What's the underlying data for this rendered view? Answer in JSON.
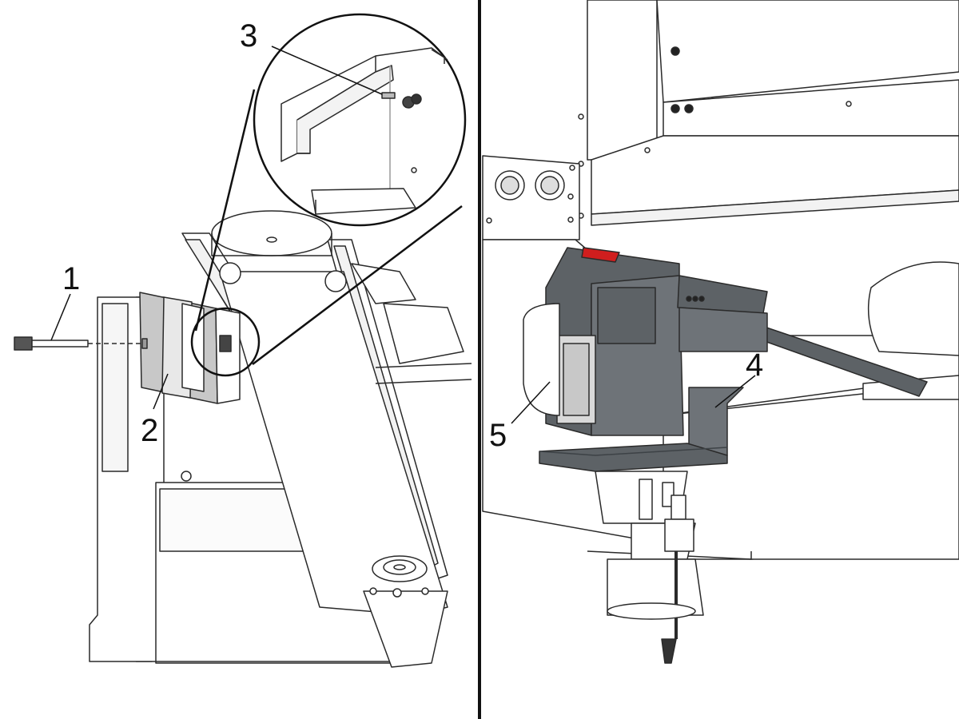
{
  "callouts": {
    "c1": "1",
    "c2": "2",
    "c3": "3",
    "c4": "4",
    "c5": "5"
  },
  "colors": {
    "line": "#2a2a2a",
    "light_line": "#9a9a9a",
    "plate": "#c8c8c8",
    "shield_dark": "#5d6266",
    "shield_mid": "#6e7378",
    "handle": "#d9d9d9",
    "accent_red": "#d01e1e",
    "divider": "#111111"
  }
}
